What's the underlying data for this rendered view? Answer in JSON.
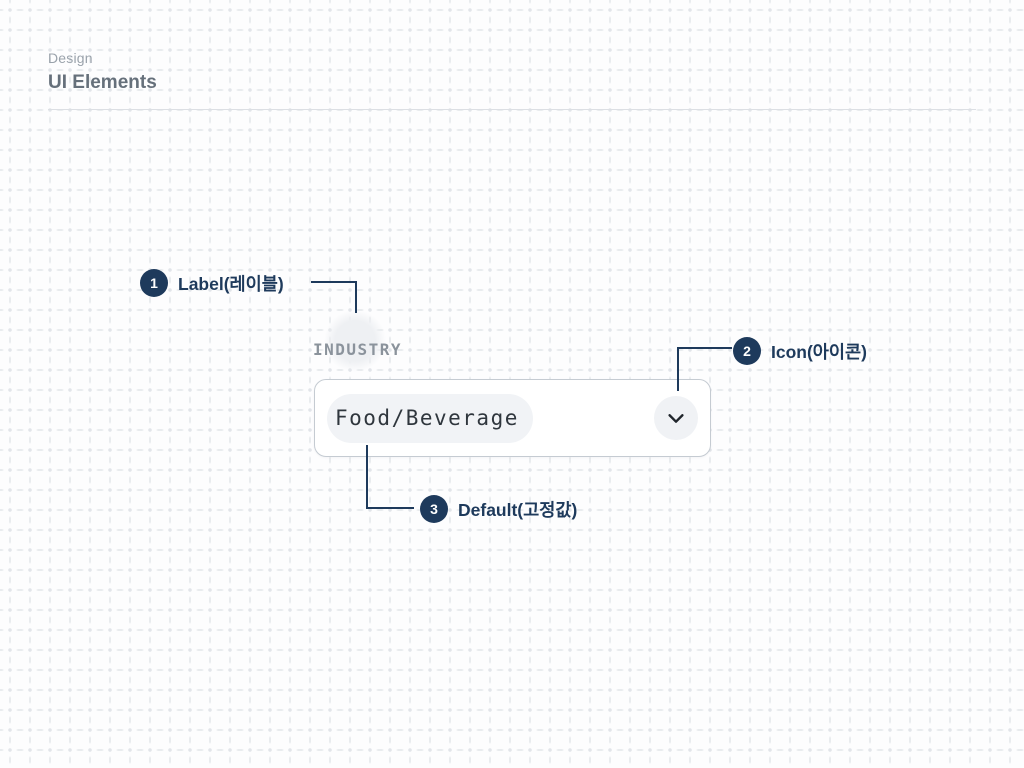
{
  "header": {
    "eyebrow": "Design",
    "title": "UI Elements"
  },
  "component": {
    "field_label": "INDUSTRY",
    "value": "Food/Beverage",
    "icon": "chevron-down-icon"
  },
  "annotations": [
    {
      "number": "1",
      "label": "Label(레이블)"
    },
    {
      "number": "2",
      "label": "Icon(아이콘)"
    },
    {
      "number": "3",
      "label": "Default(고정값)"
    }
  ],
  "colors": {
    "accent_navy": "#1e3a5c",
    "muted_text": "#8b939c",
    "value_text": "#2f363d",
    "pill_bg": "#f1f3f6",
    "box_border": "#c5cbd2",
    "grid_dot": "#e2e5ea"
  }
}
